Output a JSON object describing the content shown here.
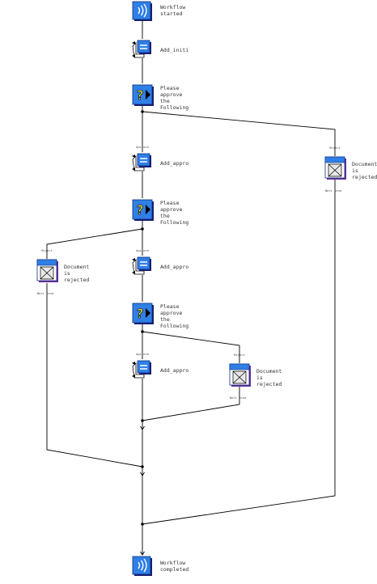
{
  "workflow": {
    "start": {
      "label": [
        "Workflow",
        "started"
      ]
    },
    "nodes": [
      {
        "id": "add1",
        "type": "container",
        "label": [
          "Add_initi"
        ]
      },
      {
        "id": "dec1",
        "type": "decision",
        "label": [
          "Please",
          "approve",
          "the",
          "Following"
        ]
      },
      {
        "id": "add2",
        "type": "container",
        "label": [
          "Add_appro"
        ],
        "branch_label": "Approve"
      },
      {
        "id": "rej1",
        "type": "mail",
        "label": [
          "Document",
          "is",
          "rejected"
        ],
        "branch_label": "Reject",
        "exit_label": "Noti Send"
      },
      {
        "id": "dec2",
        "type": "decision",
        "label": [
          "Please",
          "approve",
          "the",
          "Following"
        ]
      },
      {
        "id": "add3",
        "type": "container",
        "label": [
          "Add_appro"
        ],
        "branch_label": "Approve"
      },
      {
        "id": "rej2",
        "type": "mail",
        "label": [
          "Document",
          "is",
          "rejected"
        ],
        "branch_label": "Reject",
        "exit_label": "Noti Send"
      },
      {
        "id": "dec3",
        "type": "decision",
        "label": [
          "Please",
          "approve",
          "the",
          "Following"
        ]
      },
      {
        "id": "add4",
        "type": "container",
        "label": [
          "Add_appro"
        ],
        "branch_label": "Approve"
      },
      {
        "id": "rej3",
        "type": "mail",
        "label": [
          "Document",
          "is",
          "rejected"
        ],
        "branch_label": "Reject",
        "exit_label": "Noti Send"
      }
    ],
    "end": {
      "label": [
        "Workflow",
        "completed"
      ]
    }
  },
  "colors": {
    "icon_blue": "#2f7fe6",
    "icon_shadow": "#1a1a6e",
    "icon_light": "#a7d3ff",
    "question_yellow": "#f5e21a",
    "edge": "#000000"
  }
}
